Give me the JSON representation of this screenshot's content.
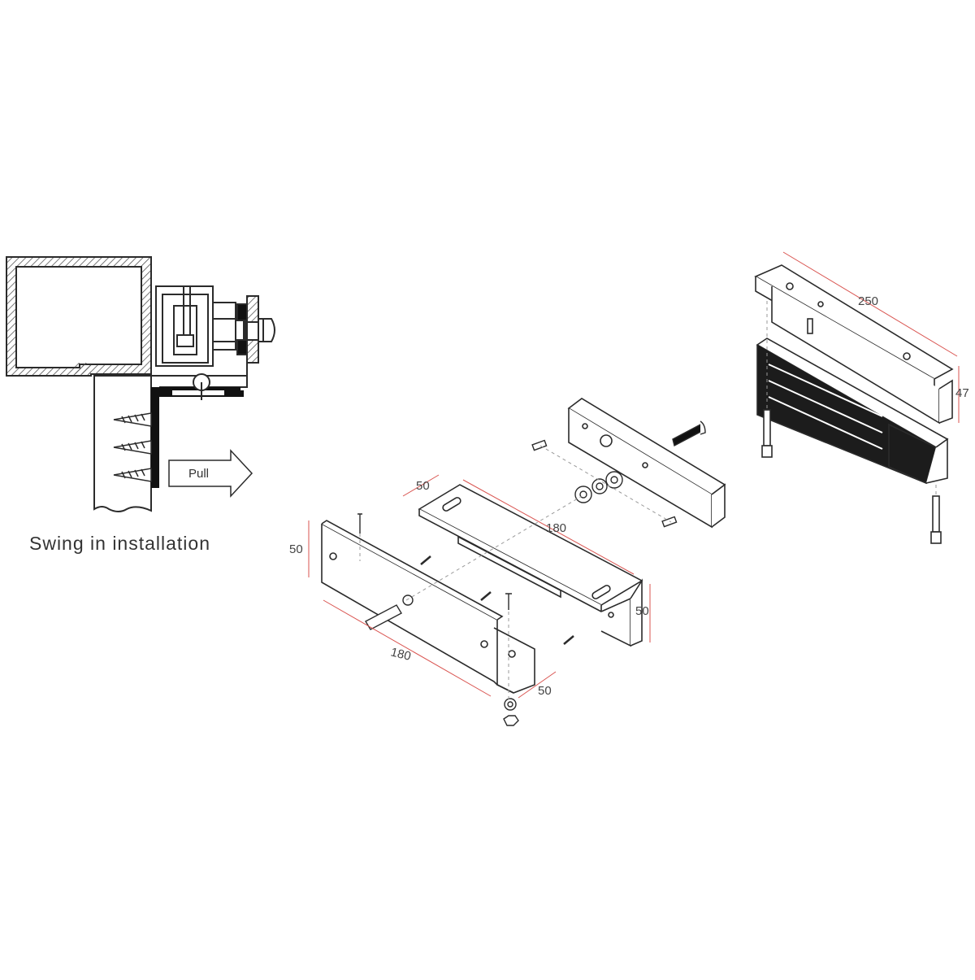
{
  "caption": "Swing in installation",
  "pull_label": "Pull",
  "dimensions": {
    "magnet_length": "250",
    "magnet_height": "47",
    "l_bracket_width": "50",
    "l_bracket_length": "180",
    "l_bracket_depth": "50",
    "z_bracket_height": "50",
    "z_bracket_length": "180",
    "z_bracket_depth": "50"
  },
  "colors": {
    "line": "#2b2b2b",
    "dimension": "#d9534f",
    "magnet_fill": "#1c1c1c",
    "hatch": "#555555"
  }
}
